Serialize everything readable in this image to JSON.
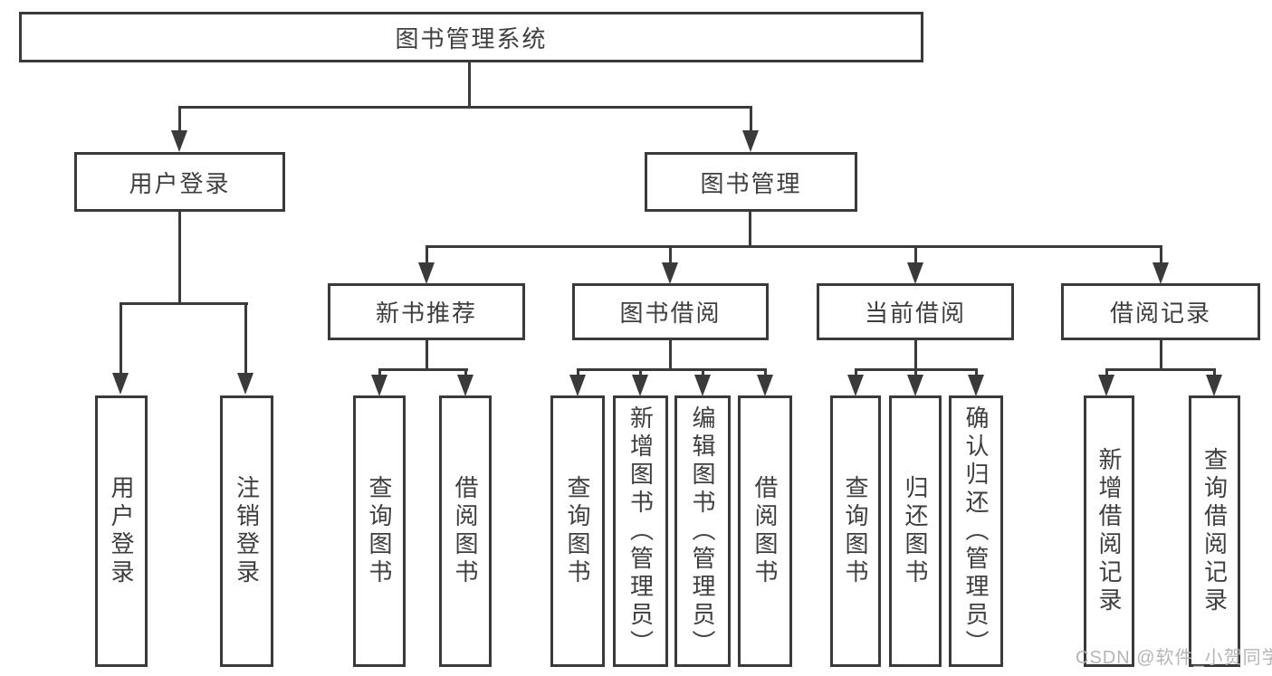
{
  "tree": {
    "label": "图书管理系统",
    "children": [
      {
        "label": "用户登录",
        "children": [
          {
            "label": "用户登录"
          },
          {
            "label": "注销登录"
          }
        ]
      },
      {
        "label": "图书管理",
        "children": [
          {
            "label": "新书推荐",
            "children": [
              {
                "label": "查询图书"
              },
              {
                "label": "借阅图书"
              }
            ]
          },
          {
            "label": "图书借阅",
            "children": [
              {
                "label": "查询图书"
              },
              {
                "label": "新增图书（管理员）"
              },
              {
                "label": "编辑图书（管理员）"
              },
              {
                "label": "借阅图书"
              }
            ]
          },
          {
            "label": "当前借阅",
            "children": [
              {
                "label": "查询图书"
              },
              {
                "label": "归还图书"
              },
              {
                "label": "确认归还（管理员）"
              }
            ]
          },
          {
            "label": "借阅记录",
            "children": [
              {
                "label": "新增借阅记录"
              },
              {
                "label": "查询借阅记录"
              }
            ]
          }
        ]
      }
    ]
  },
  "watermark": {
    "text": "CSDN @软件_小贺同学"
  },
  "colors": {
    "line": "#3a3a3a",
    "text": "#3e3e3e",
    "background": "#ffffff",
    "watermark": "#b5b5b8"
  }
}
